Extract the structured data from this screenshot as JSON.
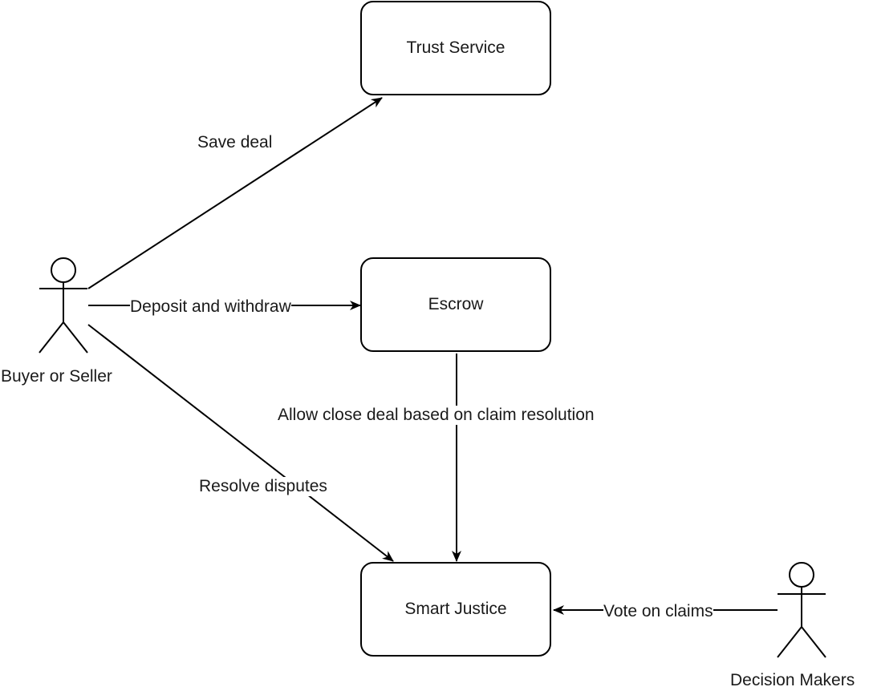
{
  "nodes": {
    "trust_service": "Trust Service",
    "escrow": "Escrow",
    "smart_justice": "Smart Justice"
  },
  "actors": {
    "buyer_or_seller": "Buyer or Seller",
    "decision_makers": "Decision Makers"
  },
  "edges": {
    "save_deal": "Save deal",
    "deposit_withdraw": "Deposit and  withdraw",
    "resolve_disputes": "Resolve disputes",
    "allow_close": "Allow close deal based on claim resolution",
    "vote_on_claims": "Vote on claims"
  },
  "colors": {
    "stroke": "#000000",
    "text": "#1a1a1a",
    "background": "#ffffff"
  }
}
